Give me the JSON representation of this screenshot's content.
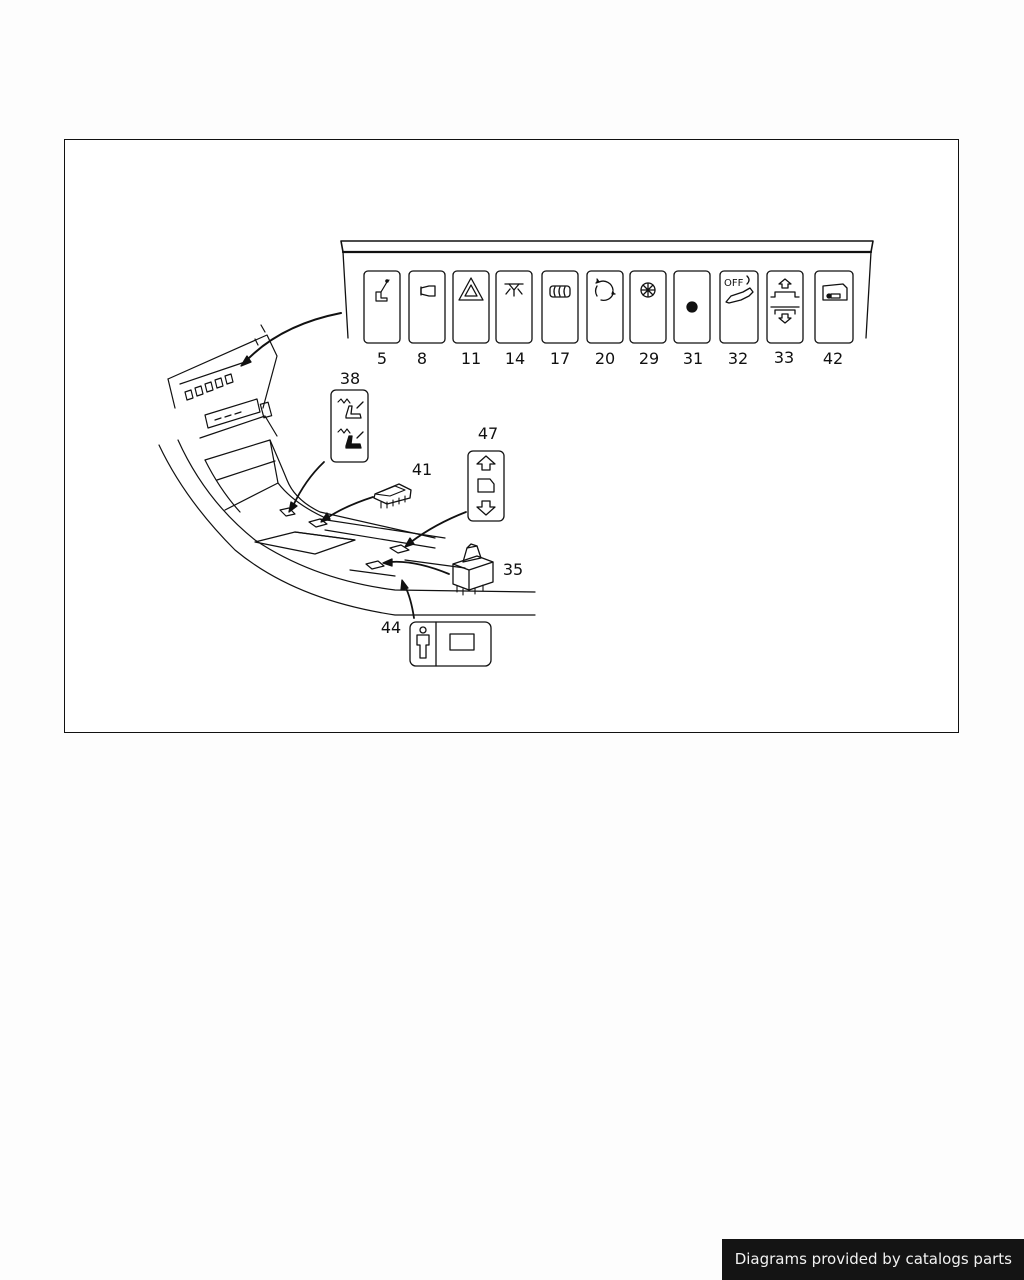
{
  "diagram": {
    "panel_numbers": [
      "5",
      "8",
      "11",
      "14",
      "17",
      "20",
      "29",
      "31",
      "32",
      "33",
      "42"
    ],
    "callouts": {
      "seat_heater_switch": "38",
      "window_switch": "41",
      "sunroof_switch": "47",
      "mirror_switch": "35",
      "occupant_switch": "44"
    },
    "switch_42_text": "OFF",
    "icons": {
      "5": "seat-adjust-icon",
      "8": "headlamp-icon",
      "11": "hazard-triangle-icon",
      "14": "interior-light-icon",
      "17": "rear-defrost-icon",
      "20": "recirculation-icon",
      "29": "fan-icon",
      "31": "dot-icon",
      "32": "alarm-off-icon",
      "33": "headrest-icon",
      "42": "door-lock-icon"
    }
  },
  "footer": {
    "credit": "Diagrams provided by catalogs parts"
  }
}
